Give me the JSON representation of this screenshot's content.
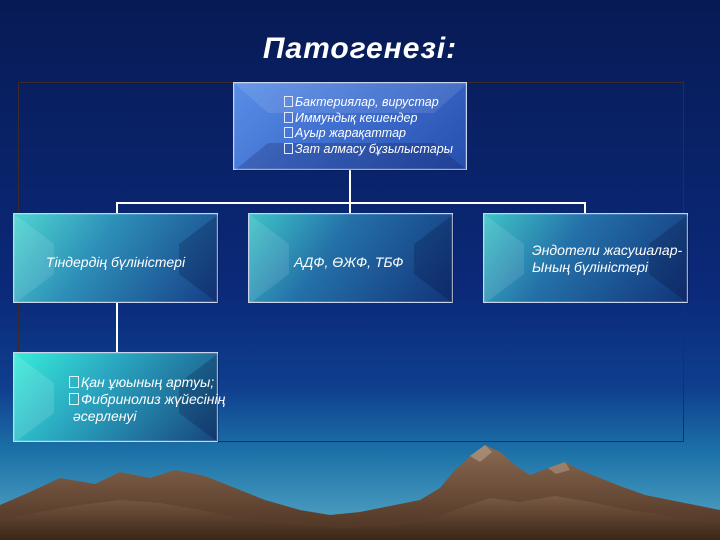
{
  "slide": {
    "title": "Патогенезі:"
  },
  "root": {
    "items": [
      "Бактериялар, вирустар",
      "Иммундық кешендер",
      "Ауыр жарақаттар",
      "Зат алмасу бұзылыстары"
    ]
  },
  "children": [
    {
      "text": "Тіндердің бүліністері"
    },
    {
      "text": "АДФ, ӨЖФ, ТБФ"
    },
    {
      "lines": [
        "Эндотели жасушалар-",
        "Ының бүліністері"
      ]
    }
  ],
  "sub": {
    "lines": [
      "Қан ұюының артуы;",
      "Фибринолиз жүйесінің",
      "әсерленуі"
    ]
  },
  "colors": {
    "background_top": "#071a55",
    "background_horizon": "#5aa9c6",
    "root_box": "#3f6fd0",
    "child_box_accent": "#2d8fb8",
    "sub_box_accent": "#36ecd9",
    "mountains": "#6b4a36"
  }
}
